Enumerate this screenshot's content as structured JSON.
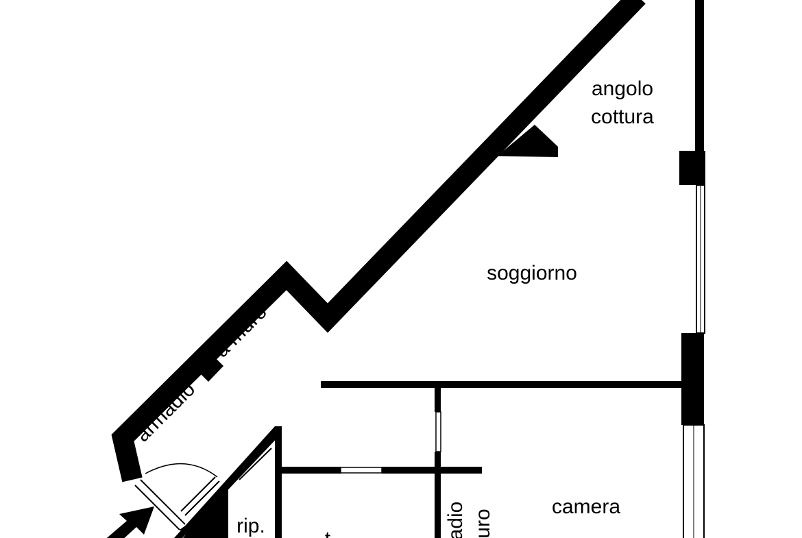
{
  "colors": {
    "wall": "#000000",
    "background": "#ffffff",
    "window_glass": "#ffffff"
  },
  "labels": {
    "kitchen_line1": "angolo",
    "kitchen_line2": "cottura",
    "living": "soggiorno",
    "wardrobe_upper": "a muro",
    "wardrobe_lower": "armadio",
    "storage": "rip.",
    "bedroom": "camera",
    "inner_wardrobe_1": "adio",
    "inner_wardrobe_2": "uro",
    "cropped_room": "t"
  },
  "icons": {
    "entrance": "entrance-arrow-icon"
  }
}
